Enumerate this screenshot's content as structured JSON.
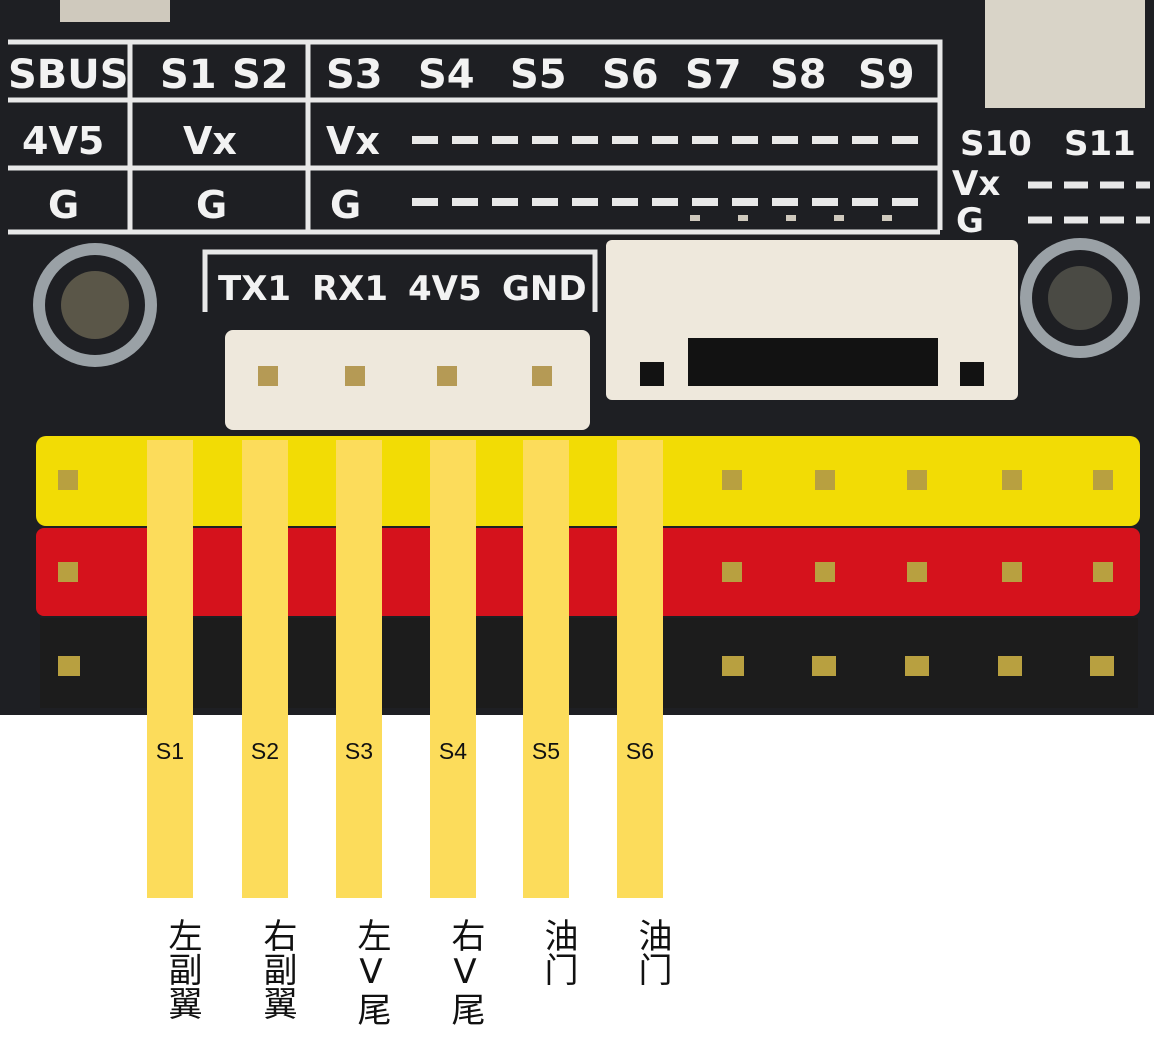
{
  "board": {
    "header_row1": [
      "SBUS",
      "S1",
      "S2",
      "S3",
      "S4",
      "S5",
      "S6",
      "S7",
      "S8",
      "S9"
    ],
    "header_row2": [
      "4V5",
      "Vx",
      "Vx"
    ],
    "header_row3": [
      "G",
      "G",
      "G"
    ],
    "right_labels": [
      "S10",
      "S11"
    ],
    "right_row2": "Vx",
    "right_row3": "G",
    "uart_labels": [
      "TX1",
      "RX1",
      "4V5",
      "GND"
    ],
    "pin_colors": {
      "signal": "#f2dc05",
      "power": "#d5121c",
      "ground": "#1c1c1c"
    },
    "strip_color": "#fcdc5b",
    "pcb_color": "#1e1f23"
  },
  "channels": [
    {
      "label": "S1",
      "function": "左副翼"
    },
    {
      "label": "S2",
      "function": "右副翼"
    },
    {
      "label": "S3",
      "function": "左V尾"
    },
    {
      "label": "S4",
      "function": "右V尾"
    },
    {
      "label": "S5",
      "function": "油门"
    },
    {
      "label": "S6",
      "function": "油门"
    }
  ]
}
